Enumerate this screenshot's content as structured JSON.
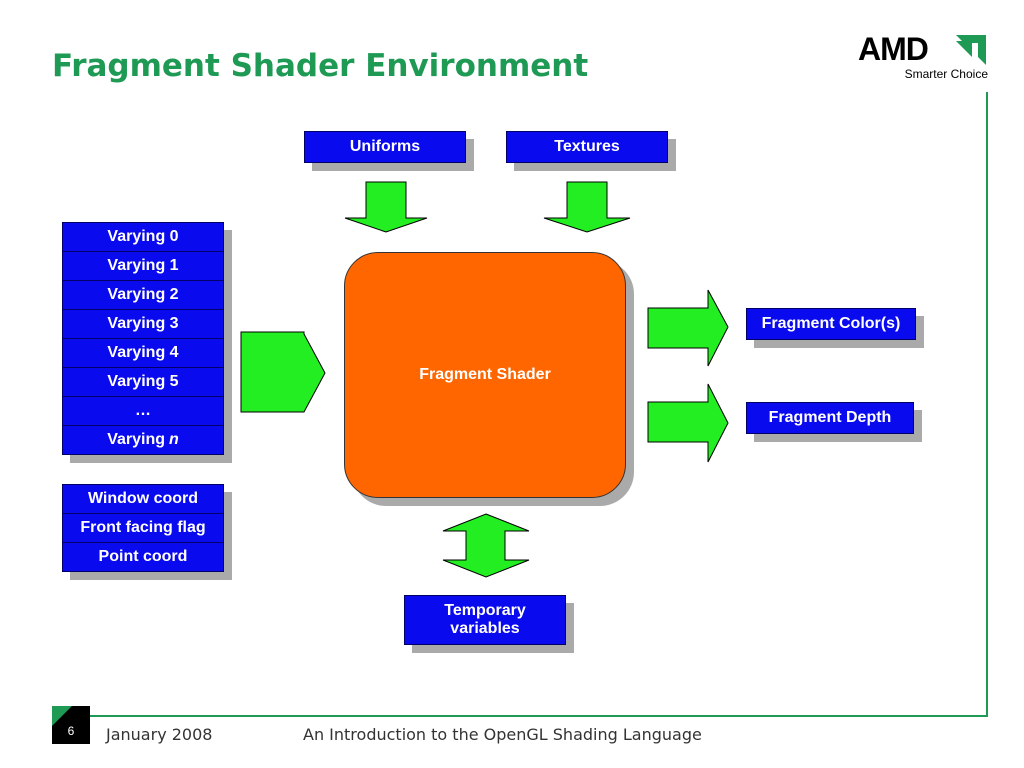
{
  "title": "Fragment Shader Environment",
  "logo": {
    "brand": "AMD",
    "tagline": "Smarter Choice"
  },
  "diagram": {
    "inputs_top": [
      "Uniforms",
      "Textures"
    ],
    "varyings": [
      "Varying 0",
      "Varying 1",
      "Varying 2",
      "Varying 3",
      "Varying 4",
      "Varying 5",
      "…",
      "Varying"
    ],
    "varying_last_suffix": "n",
    "builtins": [
      "Window coord",
      "Front facing flag",
      "Point coord"
    ],
    "shader": "Fragment Shader",
    "outputs": [
      "Fragment Color(s)",
      "Fragment Depth"
    ],
    "temporary": "Temporary variables"
  },
  "footer": {
    "page_number": "6",
    "date": "January 2008",
    "presentation": "An Introduction to the OpenGL Shading Language"
  },
  "colors": {
    "title_green": "#1f9a55",
    "box_blue": "#0a0aee",
    "shader_orange": "#ff6600",
    "arrow_green": "#22ee22"
  }
}
